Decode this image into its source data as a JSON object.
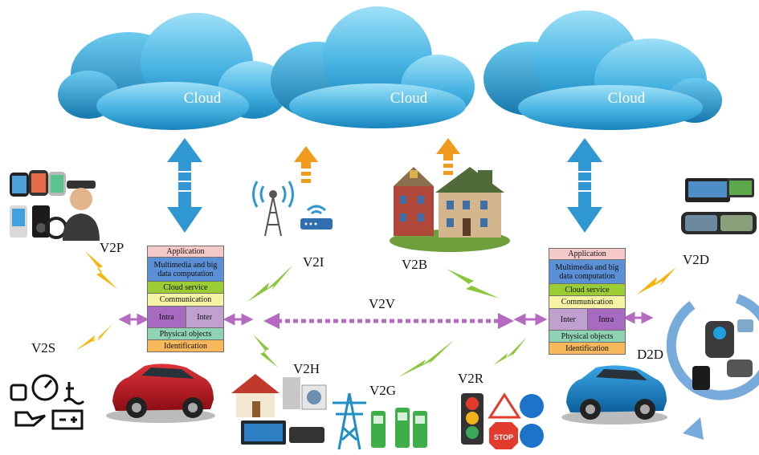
{
  "clouds": [
    "Cloud",
    "Cloud",
    "Cloud"
  ],
  "links": {
    "v2p": "V2P",
    "v2i": "V2I",
    "v2b": "V2B",
    "v2d": "V2D",
    "v2v": "V2V",
    "v2s": "V2S",
    "v2h": "V2H",
    "v2g": "V2G",
    "v2r": "V2R",
    "d2d": "D2D"
  },
  "stack_left": {
    "application": "Application",
    "multimedia": "Multimedia and big data computation",
    "cloud_service": "Cloud service",
    "communication": "Communication",
    "left_cell": "Intra",
    "right_cell": "Inter",
    "physical": "Physical objects",
    "identification": "Identification"
  },
  "stack_right": {
    "application": "Application",
    "multimedia": "Multimedia and big data computation",
    "cloud_service": "Cloud service",
    "communication": "Communication",
    "left_cell": "Inter",
    "right_cell": "Intra",
    "physical": "Physical objects",
    "identification": "Identification"
  },
  "colors": {
    "cloud_light": "#7fd0ee",
    "cloud_dark": "#1d8fc4",
    "up_down_arrow": "#2f97d2",
    "upload_arrow": "#f19a1e",
    "lightning": "#f5b50d",
    "lightning_green": "#8bc63f",
    "v2v_arrow": "#b46bbf"
  }
}
